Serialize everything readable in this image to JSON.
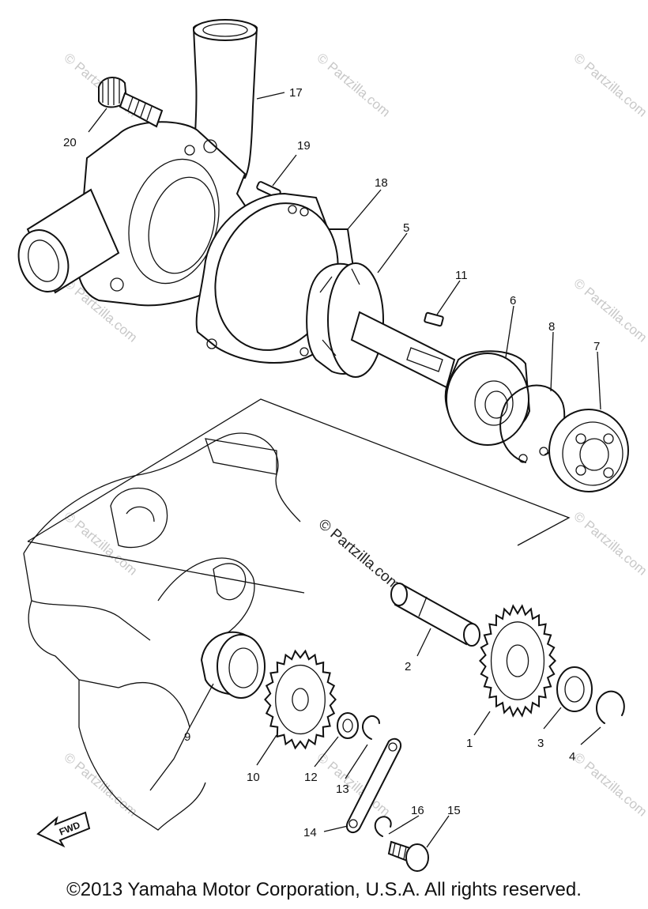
{
  "watermark": "© Partzilla.com",
  "copyright": "©2013 Yamaha Motor Corporation, U.S.A. All rights reserved.",
  "fwd_label": "FWD",
  "callouts": [
    "1",
    "2",
    "3",
    "4",
    "5",
    "6",
    "7",
    "8",
    "9",
    "10",
    "11",
    "12",
    "13",
    "14",
    "15",
    "16",
    "17",
    "18",
    "19",
    "20"
  ]
}
